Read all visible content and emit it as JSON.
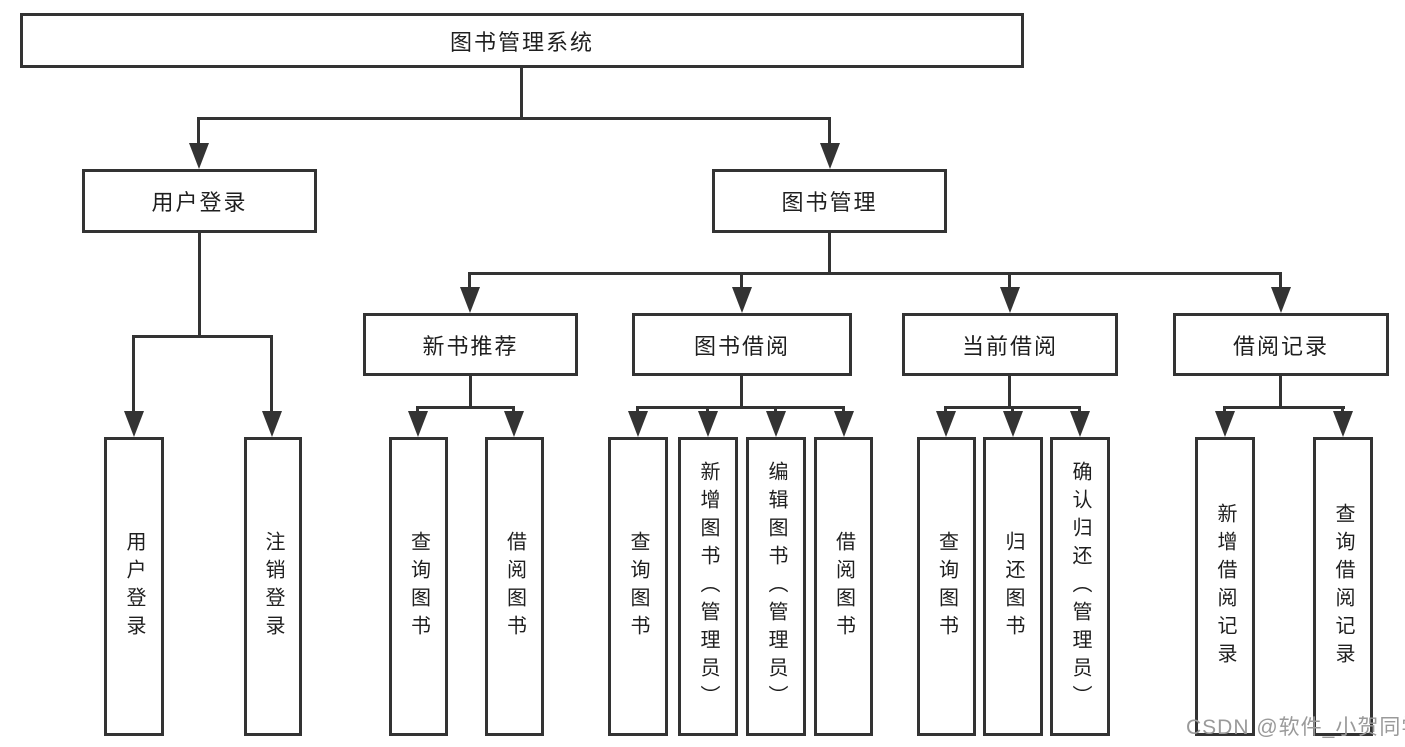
{
  "colors": {
    "line": "#333333",
    "text": "#1f1f1f",
    "watermark": "#9a9a9a",
    "background": "#ffffff"
  },
  "watermark": {
    "text": "CSDN @软件_小贺同学"
  },
  "tree": {
    "root": {
      "label": "图书管理系统",
      "children": [
        {
          "label": "用户登录",
          "children": [
            {
              "label": "用户登录"
            },
            {
              "label": "注销登录"
            }
          ]
        },
        {
          "label": "图书管理",
          "children": [
            {
              "label": "新书推荐",
              "children": [
                {
                  "label": "查询图书"
                },
                {
                  "label": "借阅图书"
                }
              ]
            },
            {
              "label": "图书借阅",
              "children": [
                {
                  "label": "查询图书"
                },
                {
                  "label": "新增图书（管理员）"
                },
                {
                  "label": "编辑图书（管理员）"
                },
                {
                  "label": "借阅图书"
                }
              ]
            },
            {
              "label": "当前借阅",
              "children": [
                {
                  "label": "查询图书"
                },
                {
                  "label": "归还图书"
                },
                {
                  "label": "确认归还（管理员）"
                }
              ]
            },
            {
              "label": "借阅记录",
              "children": [
                {
                  "label": "新增借阅记录"
                },
                {
                  "label": "查询借阅记录"
                }
              ]
            }
          ]
        }
      ]
    }
  }
}
